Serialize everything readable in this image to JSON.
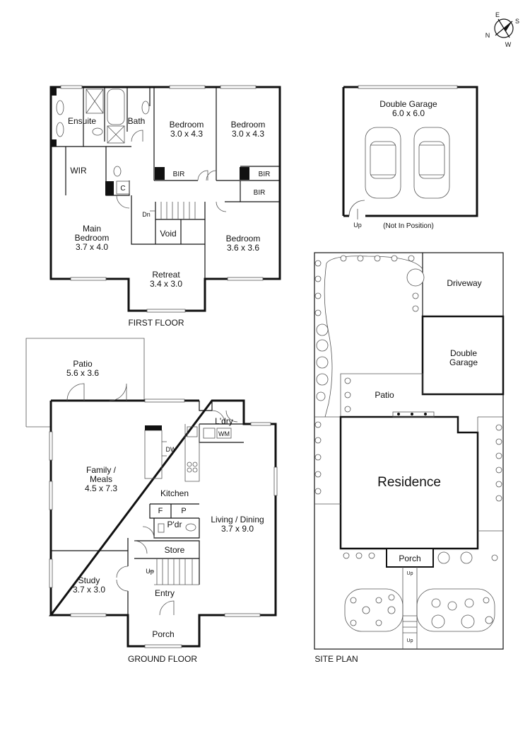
{
  "compass": {
    "n": "N",
    "e": "E",
    "s": "S",
    "w": "W"
  },
  "first_floor": {
    "title": "FIRST FLOOR",
    "rooms": {
      "ensuite": "Ensuite",
      "bath": "Bath",
      "bedroom2_name": "Bedroom",
      "bedroom2_size": "3.0 x 4.3",
      "bedroom3_name": "Bedroom",
      "bedroom3_size": "3.0 x 4.3",
      "wir": "WIR",
      "bir1": "BIR",
      "bir2": "BIR",
      "bir3": "BIR",
      "c": "C",
      "dn": "Dn",
      "void": "Void",
      "main_bedroom_name": "Main",
      "main_bedroom_name2": "Bedroom",
      "main_bedroom_size": "3.7 x 4.0",
      "bedroom4_name": "Bedroom",
      "bedroom4_size": "3.6 x 3.6",
      "retreat_name": "Retreat",
      "retreat_size": "3.4 x 3.0"
    }
  },
  "garage_plan": {
    "name": "Double Garage",
    "size": "6.0 x 6.0",
    "up": "Up",
    "note": "(Not In Position)"
  },
  "ground_floor": {
    "title": "GROUND FLOOR",
    "rooms": {
      "patio_name": "Patio",
      "patio_size": "5.6 x 3.6",
      "laundry": "L'dry",
      "wm": "WM",
      "dw": "DW",
      "family_name": "Family /",
      "family_name2": "Meals",
      "family_size": "4.5 x 7.3",
      "kitchen": "Kitchen",
      "f": "F",
      "p": "P",
      "powder": "P'dr",
      "living_name": "Living / Dining",
      "living_size": "3.7 x 9.0",
      "store": "Store",
      "up": "Up",
      "study_name": "Study",
      "study_size": "3.7 x 3.0",
      "entry": "Entry",
      "porch": "Porch"
    }
  },
  "site_plan": {
    "title": "SITE PLAN",
    "driveway": "Driveway",
    "garage_line1": "Double",
    "garage_line2": "Garage",
    "patio": "Patio",
    "residence": "Residence",
    "porch": "Porch",
    "up1": "Up",
    "up2": "Up"
  }
}
